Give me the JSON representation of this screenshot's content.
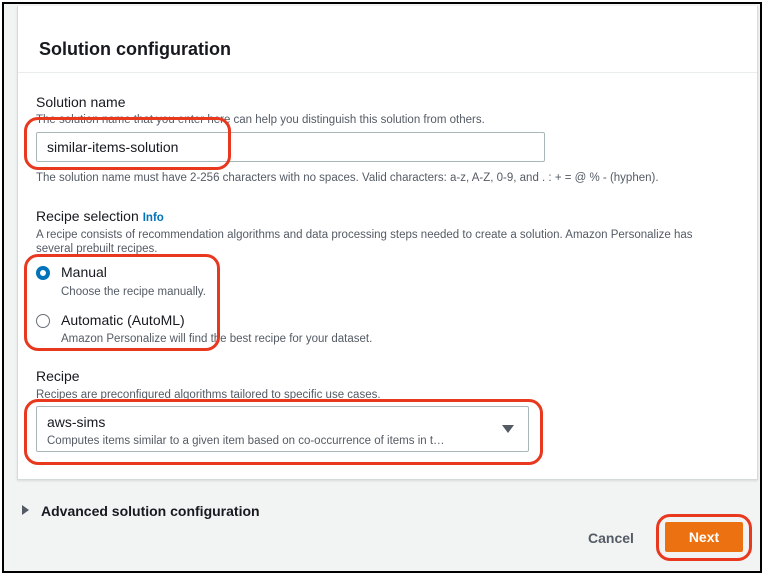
{
  "panel": {
    "title": "Solution configuration"
  },
  "solution_name": {
    "label": "Solution name",
    "description": "The solution name that you enter here can help you distinguish this solution from others.",
    "value": "similar-items-solution",
    "constraint": "The solution name must have 2-256 characters with no spaces. Valid characters: a-z, A-Z, 0-9, and . : + = @ % - (hyphen)."
  },
  "recipe_selection": {
    "label": "Recipe selection",
    "info_link": "Info",
    "description": "A recipe consists of recommendation algorithms and data processing steps needed to create a solution. Amazon Personalize has several prebuilt recipes.",
    "options": [
      {
        "label": "Manual",
        "description": "Choose the recipe manually.",
        "checked": true
      },
      {
        "label": "Automatic (AutoML)",
        "description": "Amazon Personalize will find the best recipe for your dataset.",
        "checked": false
      }
    ]
  },
  "recipe": {
    "label": "Recipe",
    "description": "Recipes are preconfigured algorithms tailored to specific use cases.",
    "selected_value": "aws-sims",
    "selected_description": "Computes items similar to a given item based on co-occurrence of items in t…"
  },
  "advanced": {
    "label": "Advanced solution configuration"
  },
  "footer": {
    "cancel_label": "Cancel",
    "next_label": "Next"
  },
  "colors": {
    "primary_button": "#ec7211",
    "link": "#0073bb",
    "highlight": "#e8391f",
    "radio_checked": "#0073bb"
  }
}
